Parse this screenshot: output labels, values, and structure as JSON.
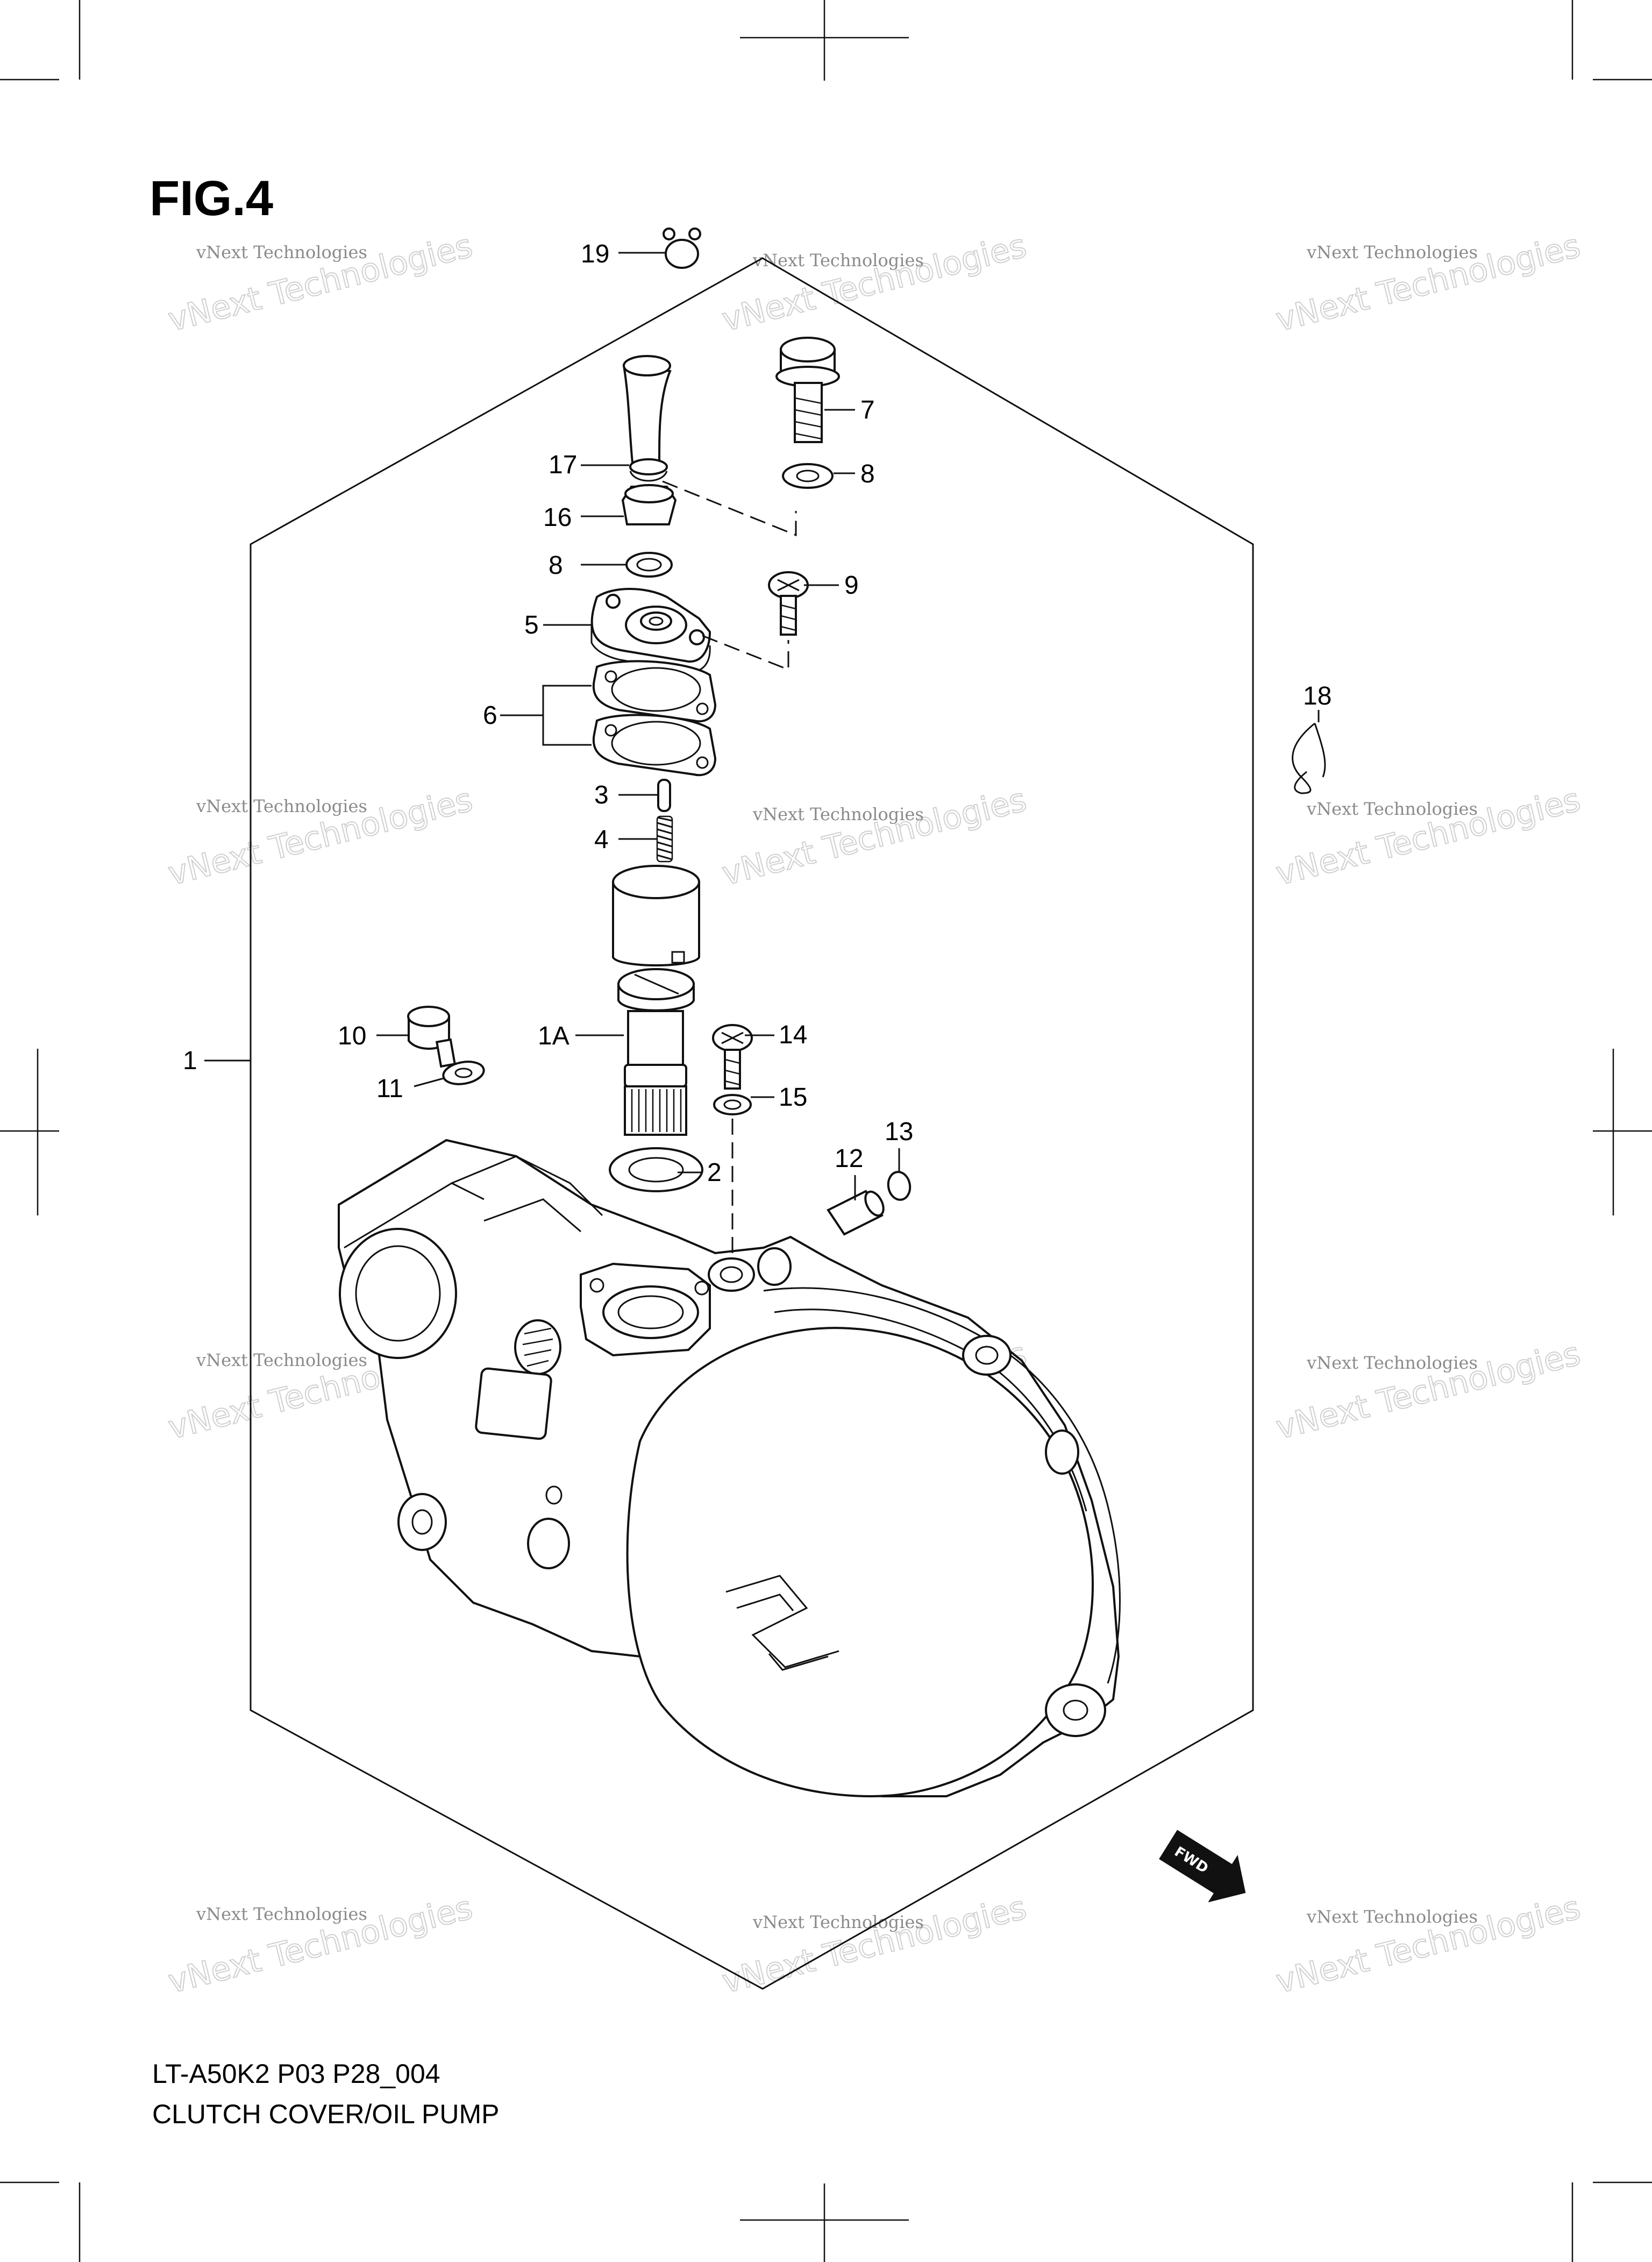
{
  "figure": {
    "title": "FIG.4",
    "model_code": "LT-A50K2 P03 P28_004",
    "caption": "CLUTCH COVER/OIL PUMP"
  },
  "watermark": {
    "small": "vNext Technologies",
    "large": "vNext Technologies"
  },
  "direction_badge": "FWD",
  "callouts": {
    "c1": "1",
    "c1a": "1A",
    "c2": "2",
    "c3": "3",
    "c4": "4",
    "c5": "5",
    "c6": "6",
    "c7": "7",
    "c8a": "8",
    "c8b": "8",
    "c9": "9",
    "c10": "10",
    "c11": "11",
    "c12": "12",
    "c13": "13",
    "c14": "14",
    "c15": "15",
    "c16": "16",
    "c17": "17",
    "c18": "18",
    "c19": "19"
  }
}
